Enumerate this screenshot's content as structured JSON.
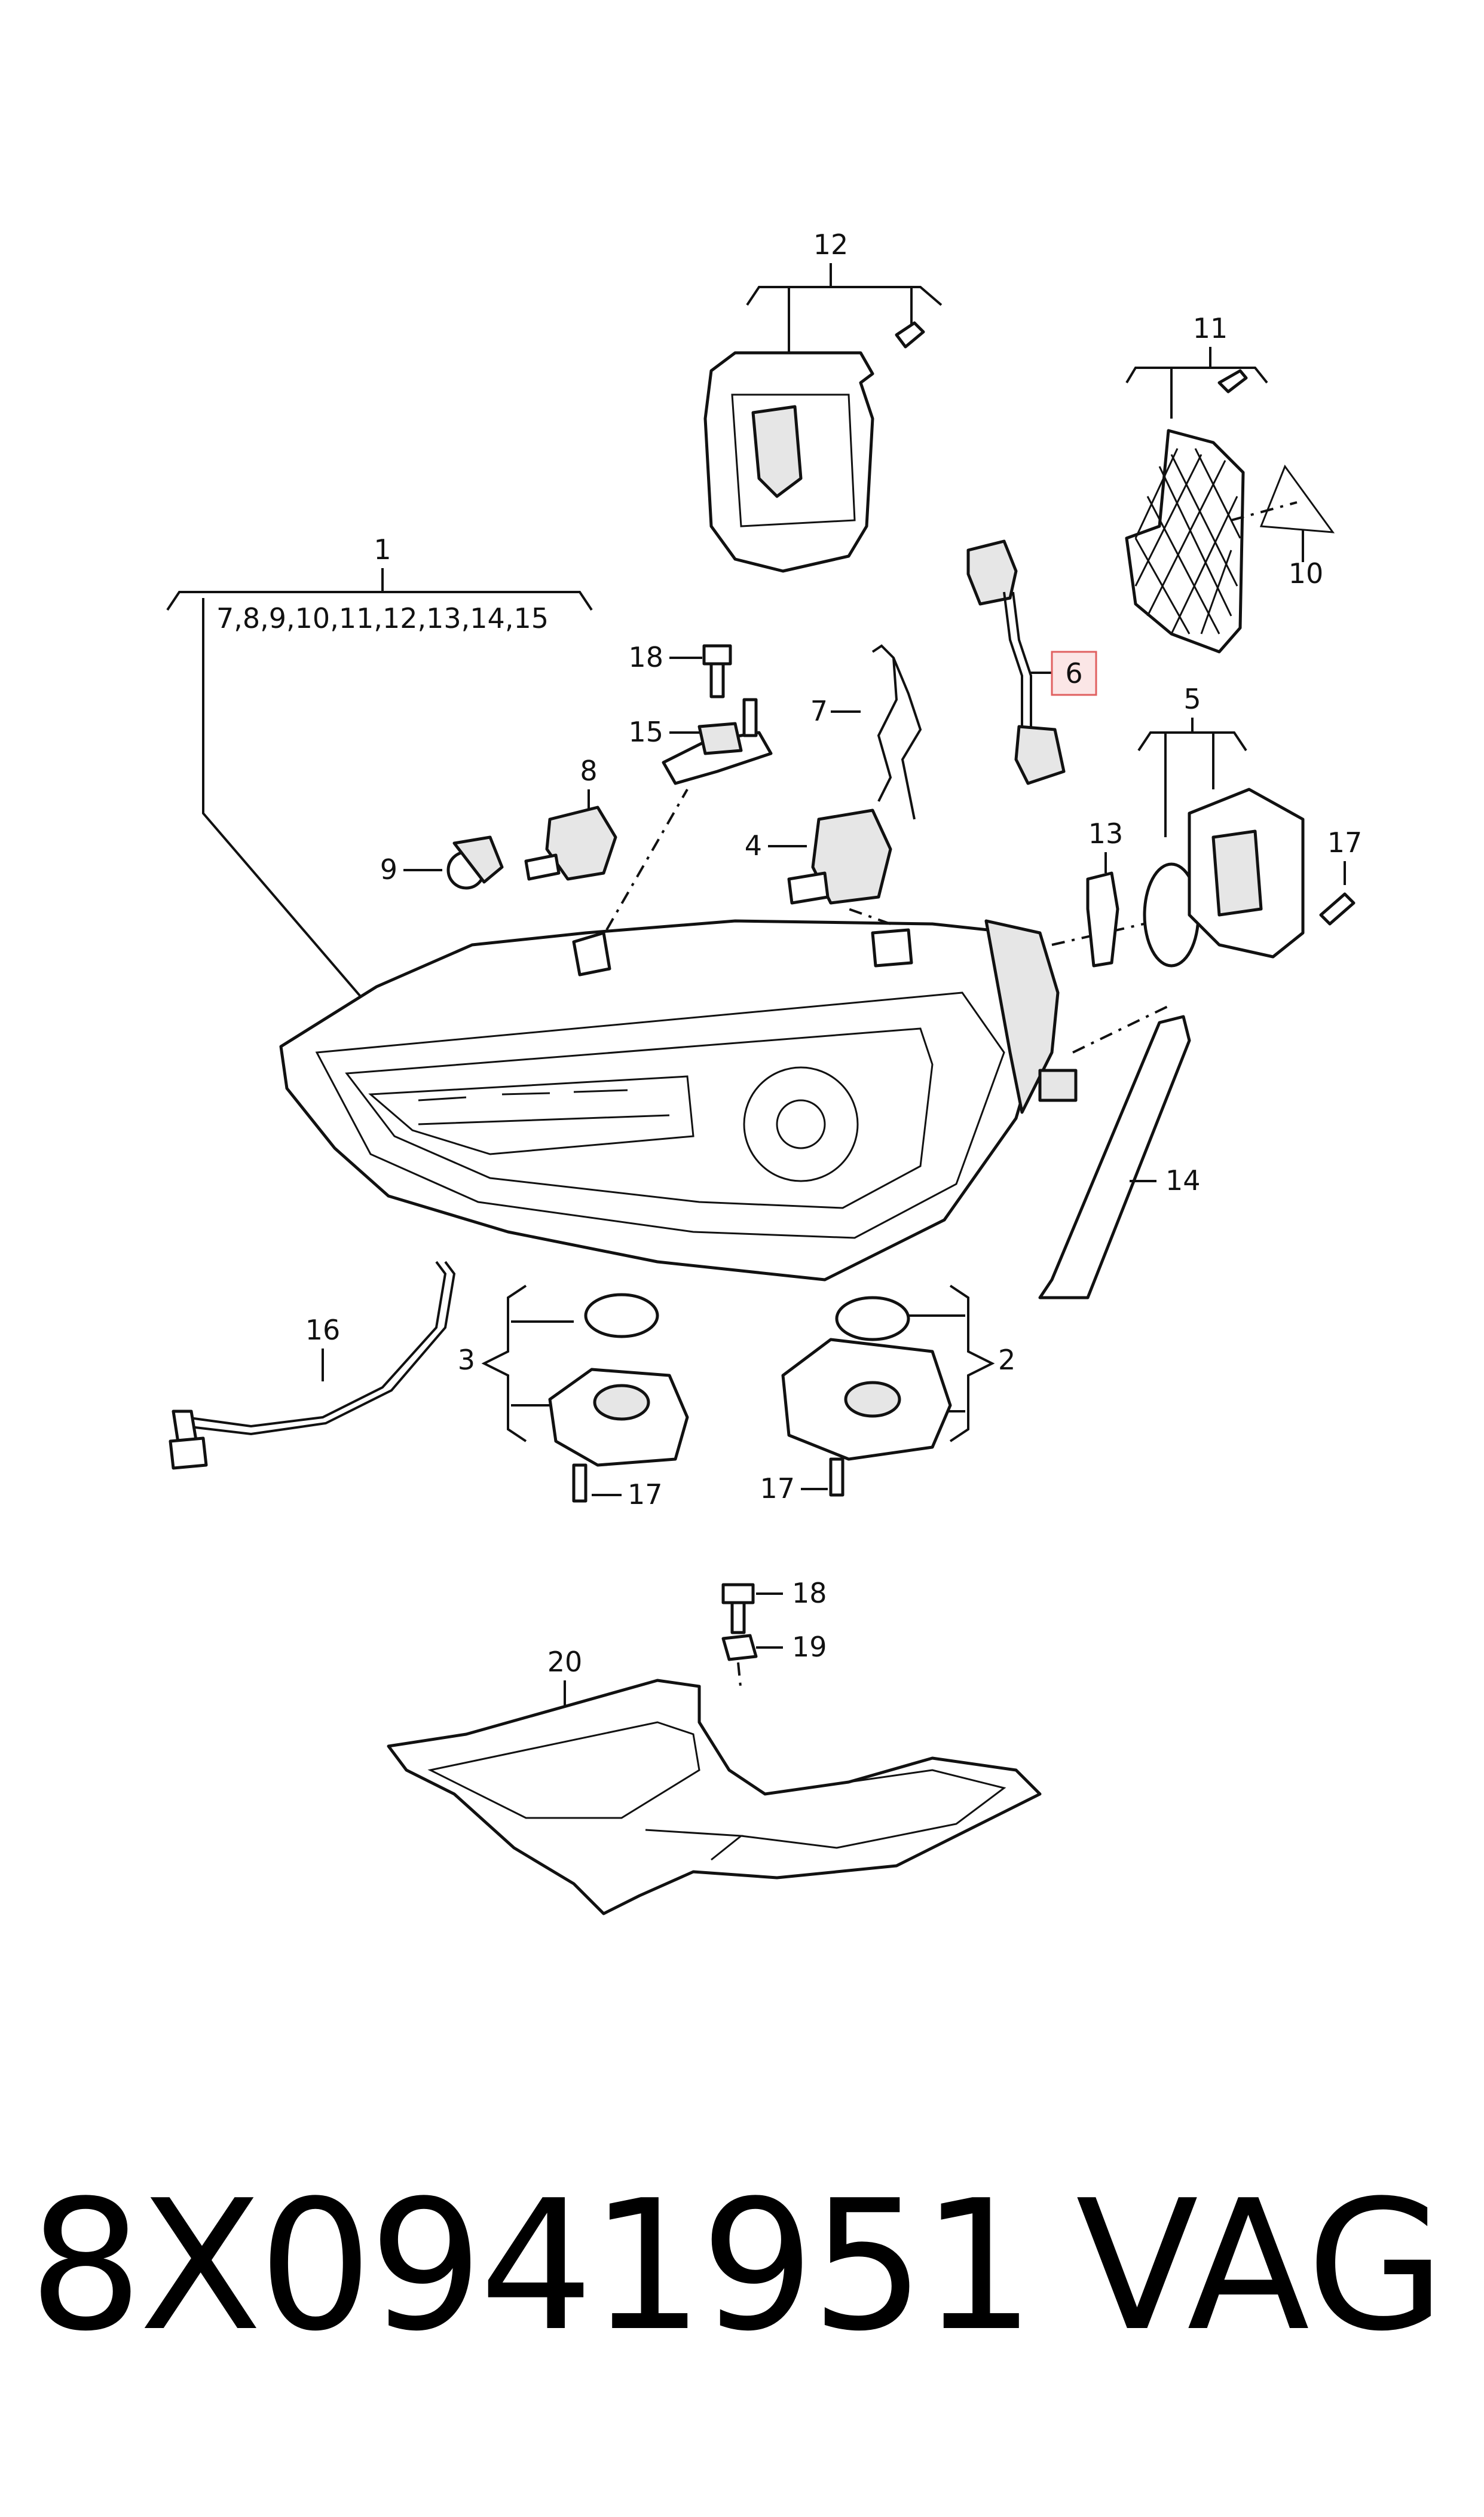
{
  "callouts": {
    "c1": "1",
    "c1_sub": "7,8,9,10,11,12,13,14,15",
    "c2": "2",
    "c3": "3",
    "c4": "4",
    "c5": "5",
    "c6": "6",
    "c7": "7",
    "c8": "8",
    "c9": "9",
    "c10": "10",
    "c11": "11",
    "c12": "12",
    "c13": "13",
    "c14": "14",
    "c15": "15",
    "c16": "16",
    "c17a": "17",
    "c17b": "17",
    "c17c": "17",
    "c18a": "18",
    "c18b": "18",
    "c19": "19",
    "c20": "20"
  },
  "highlight_color": "#e06060",
  "footer": {
    "part_number": "8X0941951",
    "brand": "VAG"
  }
}
